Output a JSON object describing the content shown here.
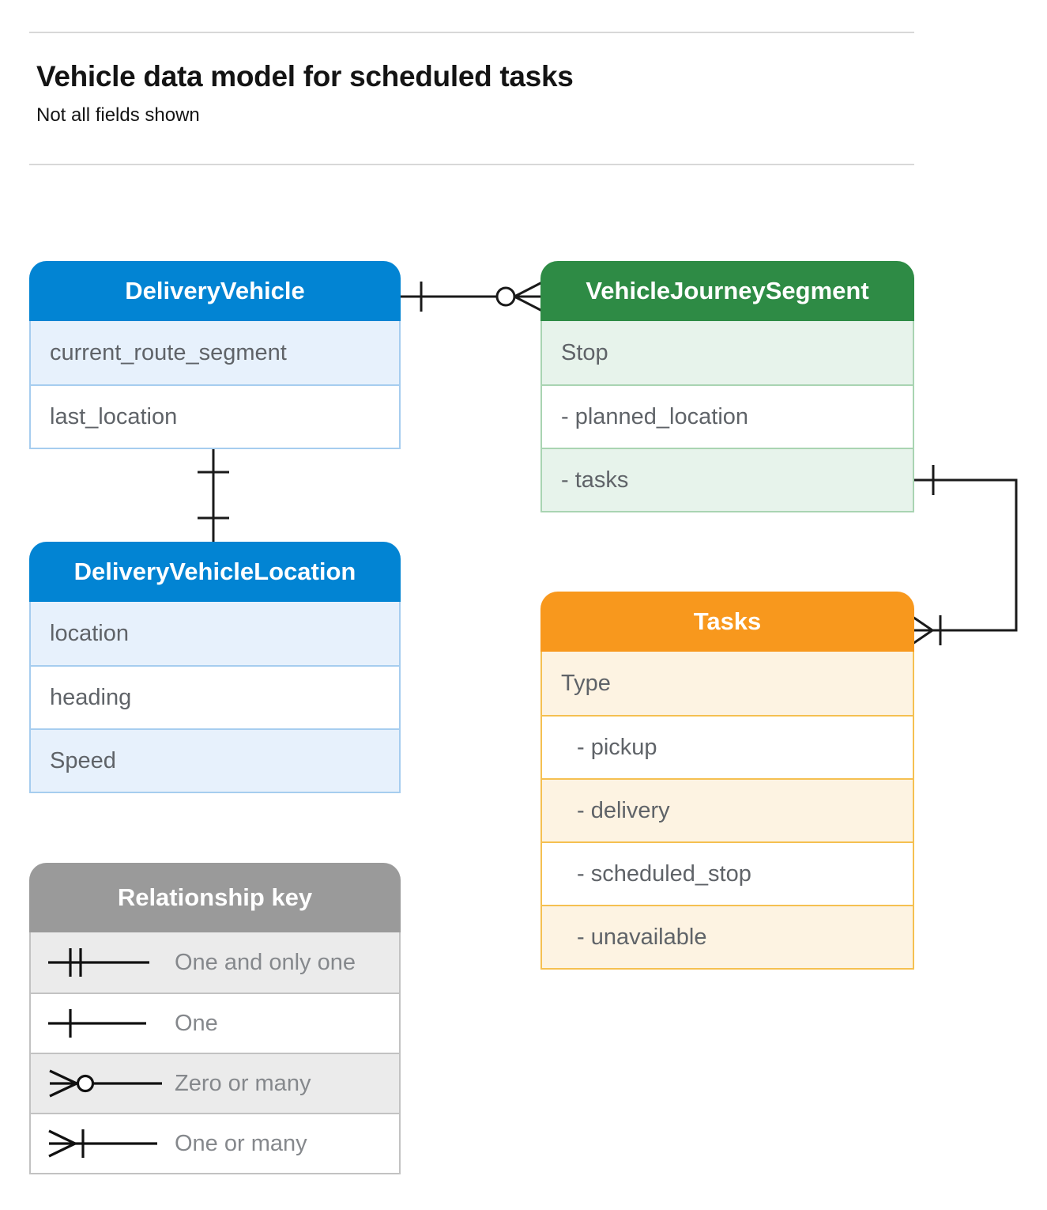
{
  "page": {
    "title": "Vehicle data model for scheduled tasks",
    "subtitle": "Not all fields shown"
  },
  "colors": {
    "blue_header": "#0284D3",
    "blue_row_tint": "#E7F1FC",
    "blue_border": "#A6CDEF",
    "green_header": "#2E8B45",
    "green_row_tint": "#E7F3EB",
    "green_border": "#A9D4B2",
    "orange_header": "#F8981D",
    "orange_row_tint": "#FDF3E2",
    "orange_border": "#F5C051",
    "gray_header": "#9A9A9A",
    "gray_row_tint": "#EBEBEB",
    "gray_border": "#C2C2C2",
    "connector_line": "#1A1A1A",
    "row_text": "#5F6368"
  },
  "entities": {
    "delivery_vehicle": {
      "title": "DeliveryVehicle",
      "rows": [
        "current_route_segment",
        "last_location"
      ]
    },
    "vehicle_journey_segment": {
      "title": "VehicleJourneySegment",
      "rows": [
        "Stop",
        "- planned_location",
        "- tasks"
      ]
    },
    "delivery_vehicle_location": {
      "title": "DeliveryVehicleLocation",
      "rows": [
        "location",
        "heading",
        "Speed"
      ]
    },
    "tasks": {
      "title": "Tasks",
      "rows": [
        "Type",
        "- pickup",
        "- delivery",
        "- scheduled_stop",
        "- unavailable"
      ]
    }
  },
  "legend": {
    "title": "Relationship key",
    "items": [
      {
        "symbol": "one-and-only-one",
        "label": "One and only one"
      },
      {
        "symbol": "one",
        "label": "One"
      },
      {
        "symbol": "zero-or-many",
        "label": "Zero or many"
      },
      {
        "symbol": "one-or-many",
        "label": "One or many"
      }
    ]
  },
  "relationships": [
    {
      "from": "DeliveryVehicle",
      "to": "VehicleJourneySegment",
      "from_cardinality": "one",
      "to_cardinality": "zero-or-many"
    },
    {
      "from": "DeliveryVehicle",
      "to": "DeliveryVehicleLocation",
      "from_cardinality": "one",
      "to_cardinality": "one"
    },
    {
      "from": "VehicleJourneySegment.tasks",
      "to": "Tasks",
      "from_cardinality": "one",
      "to_cardinality": "one-or-many"
    }
  ]
}
